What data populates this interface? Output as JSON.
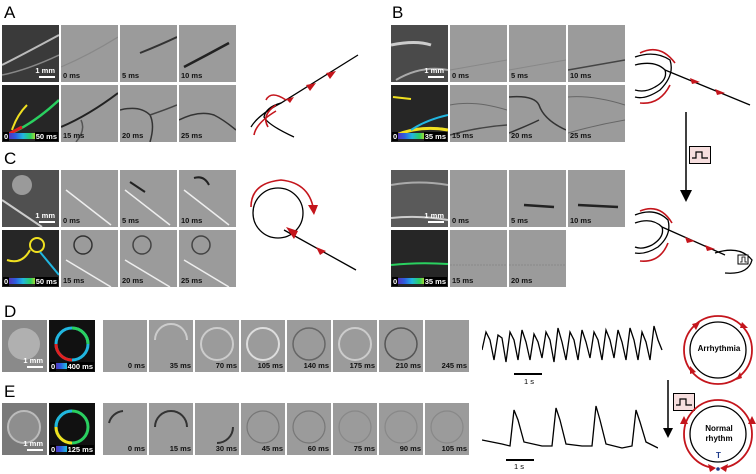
{
  "panels": {
    "A": {
      "label": "A",
      "scale": "1 mm",
      "colorbar": {
        "min": "0",
        "max": "50 ms"
      },
      "frames": [
        "0 ms",
        "5 ms",
        "10 ms",
        "15 ms",
        "20 ms",
        "25 ms"
      ]
    },
    "B": {
      "label": "B",
      "scale": "1 mm",
      "colorbar": {
        "min": "0",
        "max": "35 ms"
      },
      "frames": [
        "0 ms",
        "5 ms",
        "10 ms",
        "15 ms",
        "20 ms",
        "25 ms"
      ]
    },
    "B2": {
      "scale": "1 mm",
      "colorbar": {
        "min": "0",
        "max": "35 ms"
      },
      "frames": [
        "0 ms",
        "5 ms",
        "10 ms",
        "15 ms",
        "20 ms"
      ]
    },
    "C": {
      "label": "C",
      "scale": "1 mm",
      "colorbar": {
        "min": "0",
        "max": "50 ms"
      },
      "frames": [
        "0 ms",
        "5 ms",
        "10 ms",
        "15 ms",
        "20 ms",
        "25 ms"
      ]
    },
    "D": {
      "label": "D",
      "scale": "1 mm",
      "colorbar": {
        "min": "0",
        "max": "400 ms"
      },
      "frames": [
        "0 ms",
        "35 ms",
        "70 ms",
        "105 ms",
        "140 ms",
        "175 ms",
        "210 ms",
        "245 ms"
      ],
      "trace_scale": "1 s",
      "diagram_label": "Arrhythmia"
    },
    "E": {
      "label": "E",
      "scale": "1 mm",
      "colorbar": {
        "min": "0",
        "max": "125 ms"
      },
      "frames": [
        "0 ms",
        "15 ms",
        "30 ms",
        "45 ms",
        "60 ms",
        "75 ms",
        "90 ms",
        "105 ms"
      ],
      "trace_scale": "1 s",
      "diagram_label_1": "Normal",
      "diagram_label_2": "rhythm",
      "marker": "T"
    }
  },
  "colors": {
    "arrow": "#c4151c",
    "frame": "#9b9b9b"
  }
}
